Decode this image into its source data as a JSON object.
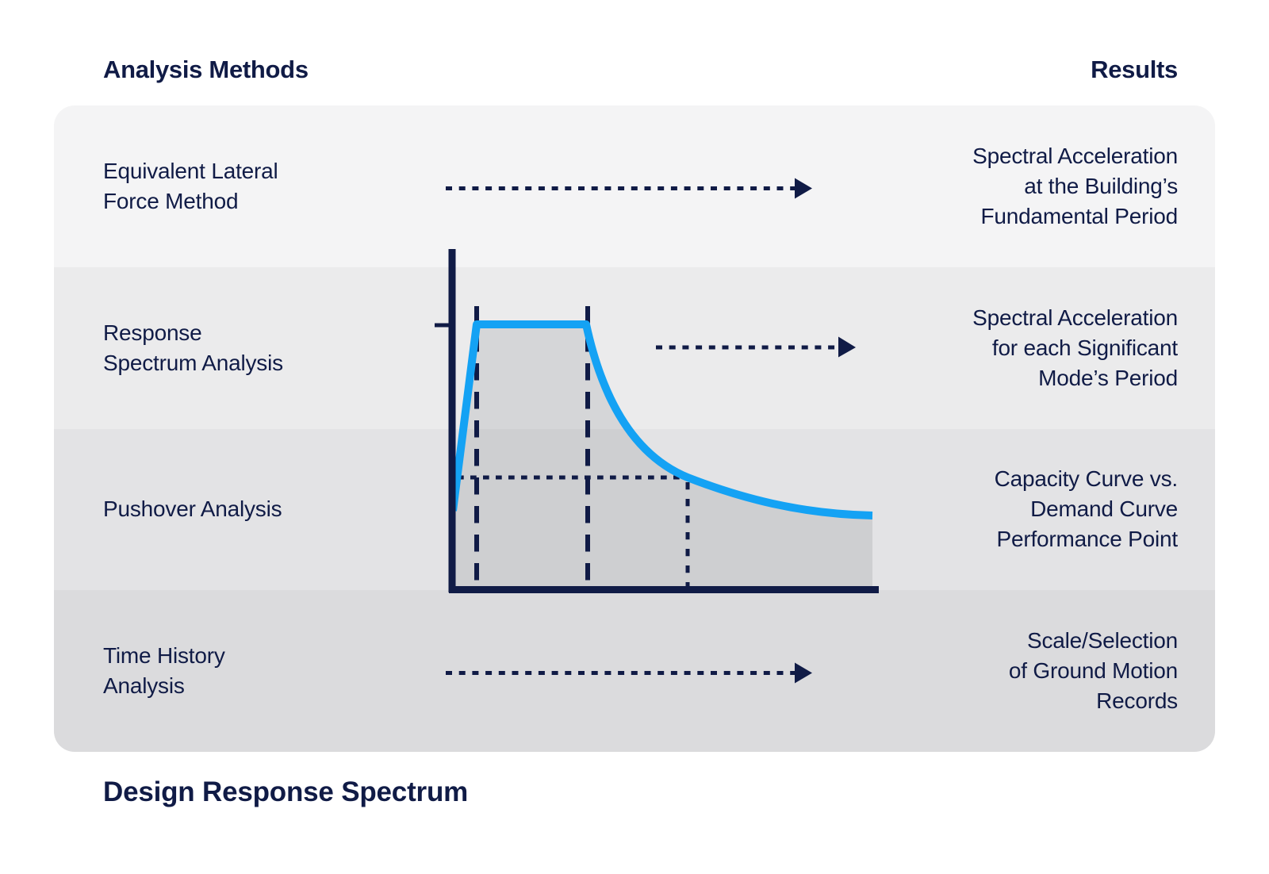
{
  "header": {
    "methods_label": "Analysis Methods",
    "results_label": "Results"
  },
  "caption": "Design Response Spectrum",
  "rows": [
    {
      "method": "Equivalent Lateral\nForce Method",
      "result": "Spectral Acceleration\nat the Building’s\nFundamental Period",
      "bg": "#f4f4f5",
      "connector": "dashed-arrow"
    },
    {
      "method": "Response\nSpectrum Analysis",
      "result": "Spectral Acceleration\nfor each Significant\nMode’s Period",
      "bg": "#ebebec",
      "connector": "dashed-arrow"
    },
    {
      "method": "Pushover Analysis",
      "result": "Capacity Curve vs.\nDemand Curve\nPerformance Point",
      "bg": "#e3e3e5",
      "connector": "spectrum-chart"
    },
    {
      "method": "Time History\nAnalysis",
      "result": "Scale/Selection\nof Ground Motion\nRecords",
      "bg": "#dbdbdd",
      "connector": "dashed-arrow"
    }
  ],
  "chart": {
    "type": "line",
    "title": "Design Response Spectrum",
    "description": "Unlabeled spectral-acceleration vs period curve: linear rise from the vertical axis, flat plateau between two dashed period guide lines, then 1/T-style decay; dotted horizontal and vertical guide lines mark a point on the descending branch; single tick on the vertical axis at plateau level",
    "axis_labels_visible": false,
    "grid": false
  },
  "colors": {
    "navy": "#101b46",
    "blue": "#14a2f4",
    "fill_area": "rgba(32,36,50,0.105)",
    "page_bg": "#ffffff",
    "row_bgs": [
      "#f4f4f5",
      "#ebebec",
      "#e3e3e5",
      "#dbdbdd"
    ]
  }
}
